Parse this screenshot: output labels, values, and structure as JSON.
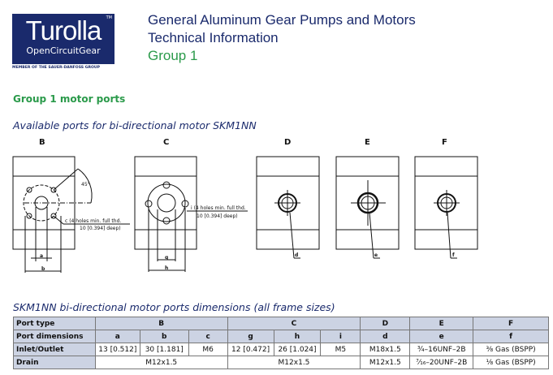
{
  "logo": {
    "brand": "Turolla",
    "tagline": "OpenCircuitGear",
    "tm": "TM",
    "member": "MEMBER OF THE SAUER-DANFOSS GROUP"
  },
  "header": {
    "line1": "General Aluminum Gear Pumps and Motors",
    "line2": "Technical Information",
    "line3": "Group 1"
  },
  "section_title": "Group 1 motor ports",
  "drawings": {
    "subtitle": "Available ports for bi-directional motor SKM1NN",
    "labels": [
      "B",
      "C",
      "D",
      "E",
      "F"
    ],
    "b_angle": "45°",
    "b_note1": "c (4 holes min. full thd.",
    "b_note2": "10 [0.394] deep)",
    "c_note1": "i (4 holes min. full thd.",
    "c_note2": "10 [0.394] deep)",
    "dims": {
      "a": "a",
      "b": "b",
      "g": "g",
      "h": "h",
      "d": "d",
      "e": "e",
      "f": "f"
    }
  },
  "table": {
    "caption": "SKM1NN bi-directional motor ports dimensions (all frame sizes)",
    "rows": [
      [
        "Port type",
        "B",
        "C",
        "D",
        "E",
        "F"
      ],
      [
        "Port dimensions",
        "a",
        "b",
        "c",
        "g",
        "h",
        "i",
        "d",
        "e",
        "f"
      ],
      [
        "Inlet/Outlet",
        "13 [0.512]",
        "30 [1.181]",
        "M6",
        "12 [0.472]",
        "26 [1.024]",
        "M5",
        "M18x1.5",
        "¾–16UNF–2B",
        "⅜ Gas (BSPP)"
      ],
      [
        "Drain",
        "M12x1.5",
        "M12x1.5",
        "M12x1.5",
        "⁷⁄₁₆–20UNF–2B",
        "⅛ Gas (BSPP)"
      ]
    ]
  }
}
